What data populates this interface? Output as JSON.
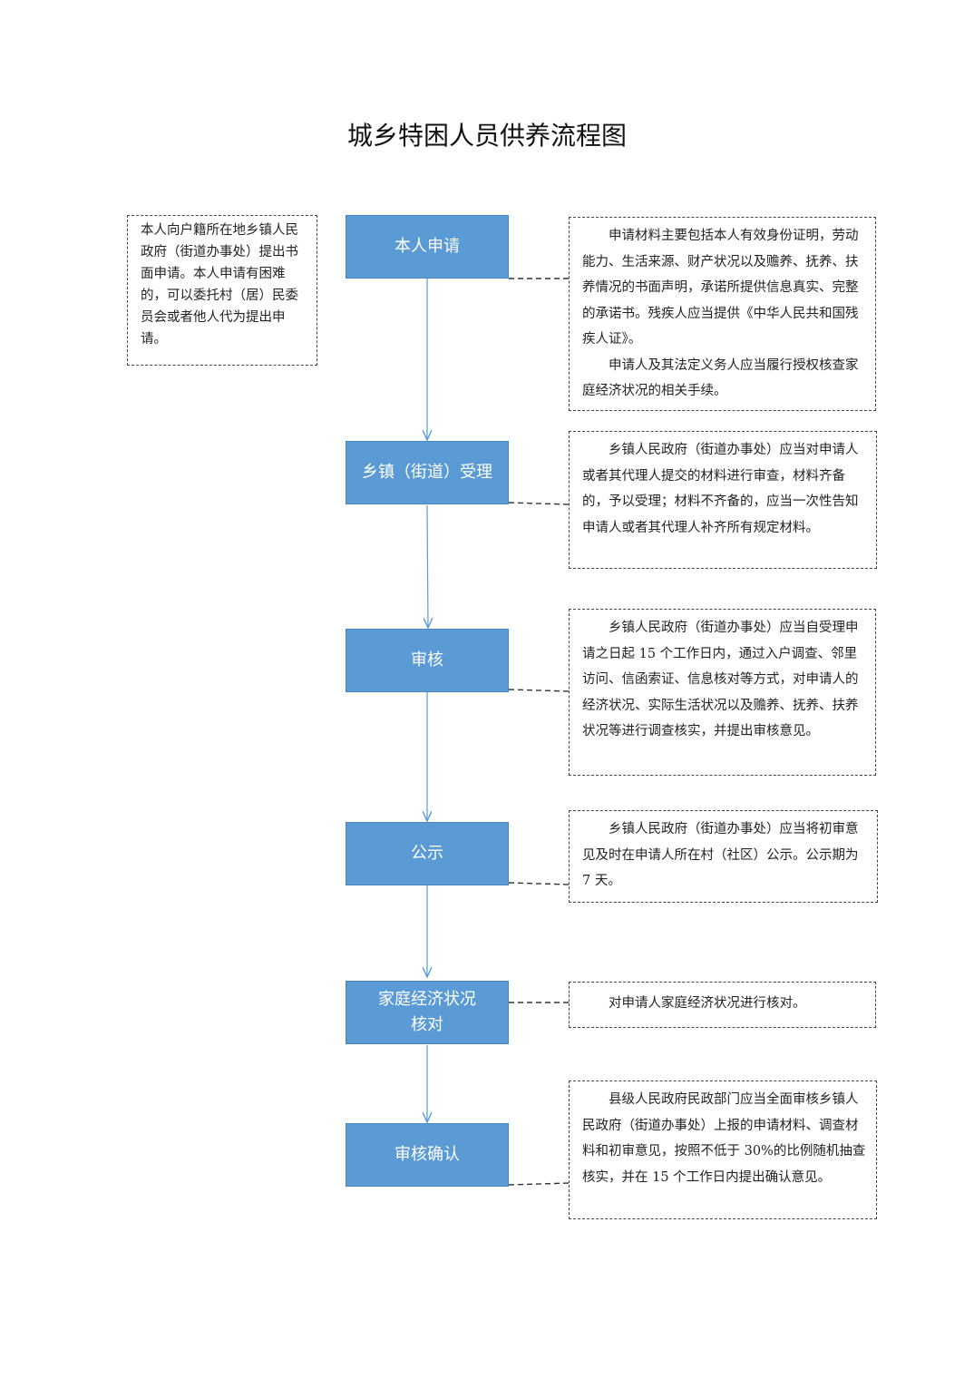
{
  "title": "城乡特困人员供养流程图",
  "steps": [
    {
      "label": "本人申请"
    },
    {
      "label": "乡镇（街道）受理"
    },
    {
      "label": "审核"
    },
    {
      "label": "公示"
    },
    {
      "label": "家庭经济状况\n核对"
    },
    {
      "label": "审核确认"
    }
  ],
  "left_note": {
    "text": "本人向户籍所在地乡镇人民政府（街道办事处）提出书面申请。本人申请有困难的，可以委托村（居）民委员会或者他人代为提出申请。"
  },
  "notes": [
    {
      "paragraphs": [
        "申请材料主要包括本人有效身份证明，劳动能力、生活来源、财产状况以及赡养、抚养、扶养情况的书面声明，承诺所提供信息真实、完整的承诺书。残疾人应当提供《中华人民共和国残疾人证》。",
        "申请人及其法定义务人应当履行授权核查家庭经济状况的相关手续。"
      ]
    },
    {
      "paragraphs": [
        "乡镇人民政府（街道办事处）应当对申请人或者其代理人提交的材料进行审查，材料齐备的，予以受理；材料不齐备的，应当一次性告知申请人或者其代理人补齐所有规定材料。"
      ]
    },
    {
      "paragraphs": [
        "乡镇人民政府（街道办事处）应当自受理申请之日起 15 个工作日内，通过入户调查、邻里访问、信函索证、信息核对等方式，对申请人的经济状况、实际生活状况以及赡养、抚养、扶养状况等进行调查核实，并提出审核意见。"
      ]
    },
    {
      "paragraphs": [
        "乡镇人民政府（街道办事处）应当将初审意见及时在申请人所在村（社区）公示。公示期为 7 天。"
      ]
    },
    {
      "paragraphs": [
        "对申请人家庭经济状况进行核对。"
      ]
    },
    {
      "paragraphs": [
        "县级人民政府民政部门应当全面审核乡镇人民政府（街道办事处）上报的申请材料、调查材料和初审意见，按照不低于 30%的比例随机抽查核实，并在 15 个工作日内提出确认意见。"
      ]
    }
  ]
}
